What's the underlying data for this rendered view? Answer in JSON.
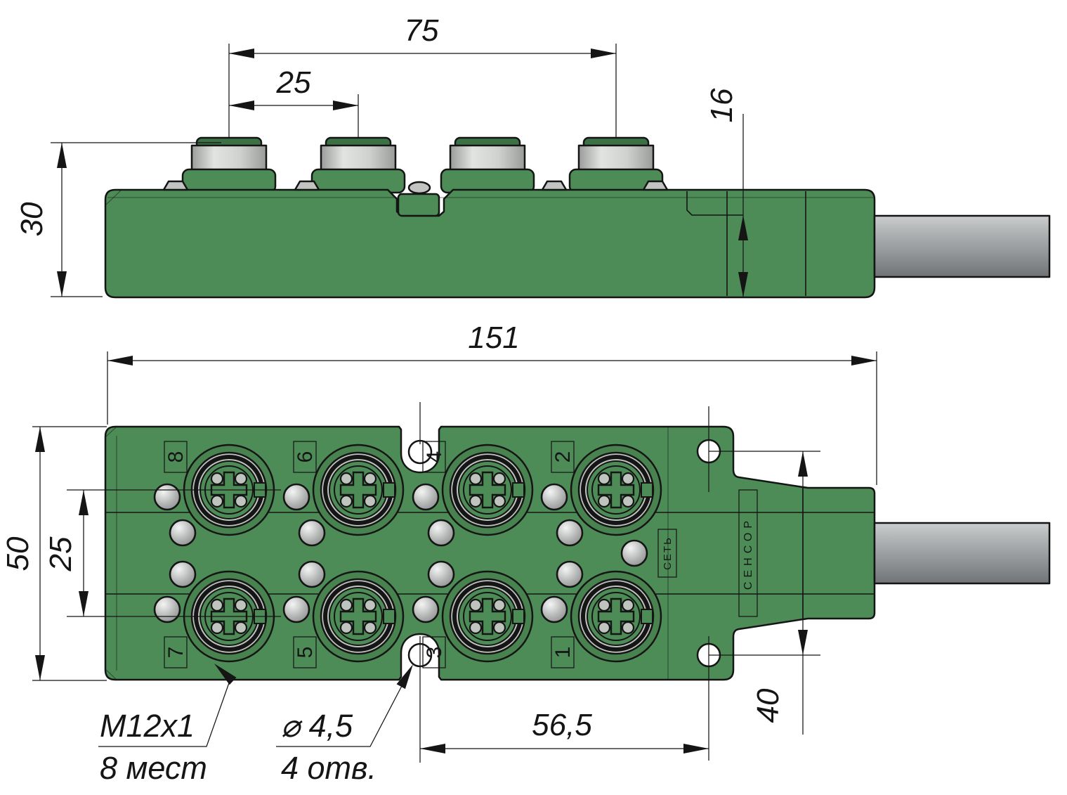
{
  "colors": {
    "line": "#151515",
    "body-green": "#4d8c57",
    "boss-green": "#47824f",
    "cap-green": "#3c7045",
    "metal-mid": "#bfc4bf",
    "metal-light": "#e2e4e2",
    "metal-dark": "#9a9c9a",
    "cable-light": "#cbcdce",
    "cable-dark": "#6f7477",
    "led-light": "#f4f4f4",
    "led-dark": "#8e9090"
  },
  "views": {
    "top": {
      "dimensions": {
        "span": "75",
        "pitch": "25",
        "height": "30",
        "step": "16"
      }
    },
    "bottom": {
      "dimensions": {
        "length": "151",
        "width": "50",
        "rows": "25",
        "holes_v": "40",
        "holes_h": "56,5"
      },
      "ports": [
        "8",
        "6",
        "4",
        "2",
        "7",
        "5",
        "3",
        "1"
      ],
      "labels": {
        "network": "СЕТЬ",
        "sensor": "СЕНСОР"
      },
      "callouts": {
        "thread": "M12x1",
        "thread_note": "8 мест",
        "hole": "⌀ 4,5",
        "hole_note": "4 отв."
      }
    }
  }
}
